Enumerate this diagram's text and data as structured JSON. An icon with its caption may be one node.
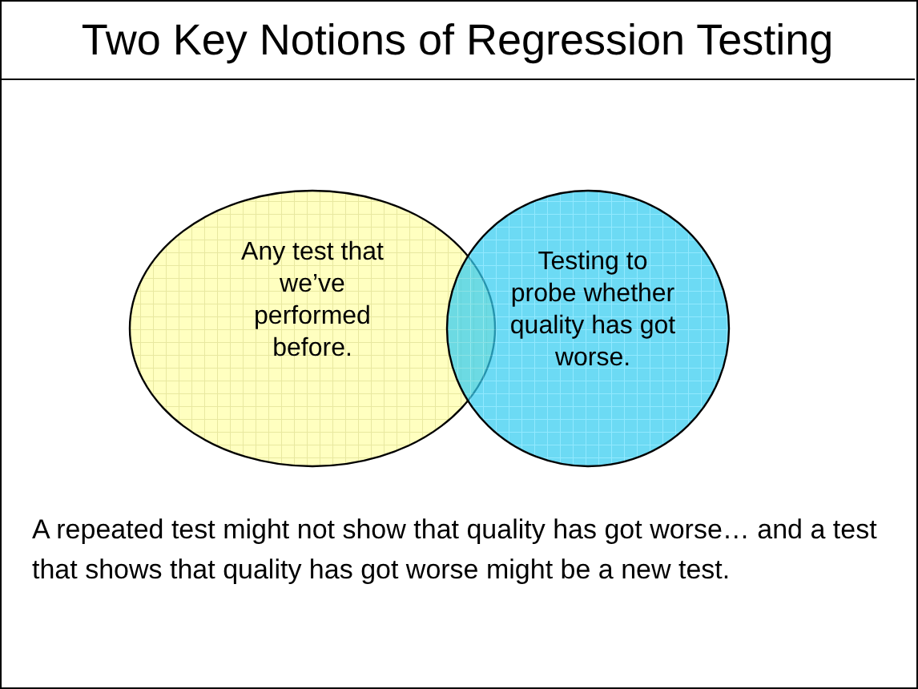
{
  "diagram": {
    "title": "Two Key Notions of Regression Testing",
    "nodes": [
      {
        "text": [
          "Any test that we’ve performed before."
        ]
      },
      {
        "text": [
          "Testing to probe whether quality has got worse."
        ]
      }
    ],
    "caption": "A repeated test might not show that quality has got worse… and a test that shows that quality has got worse might be a new test."
  }
}
